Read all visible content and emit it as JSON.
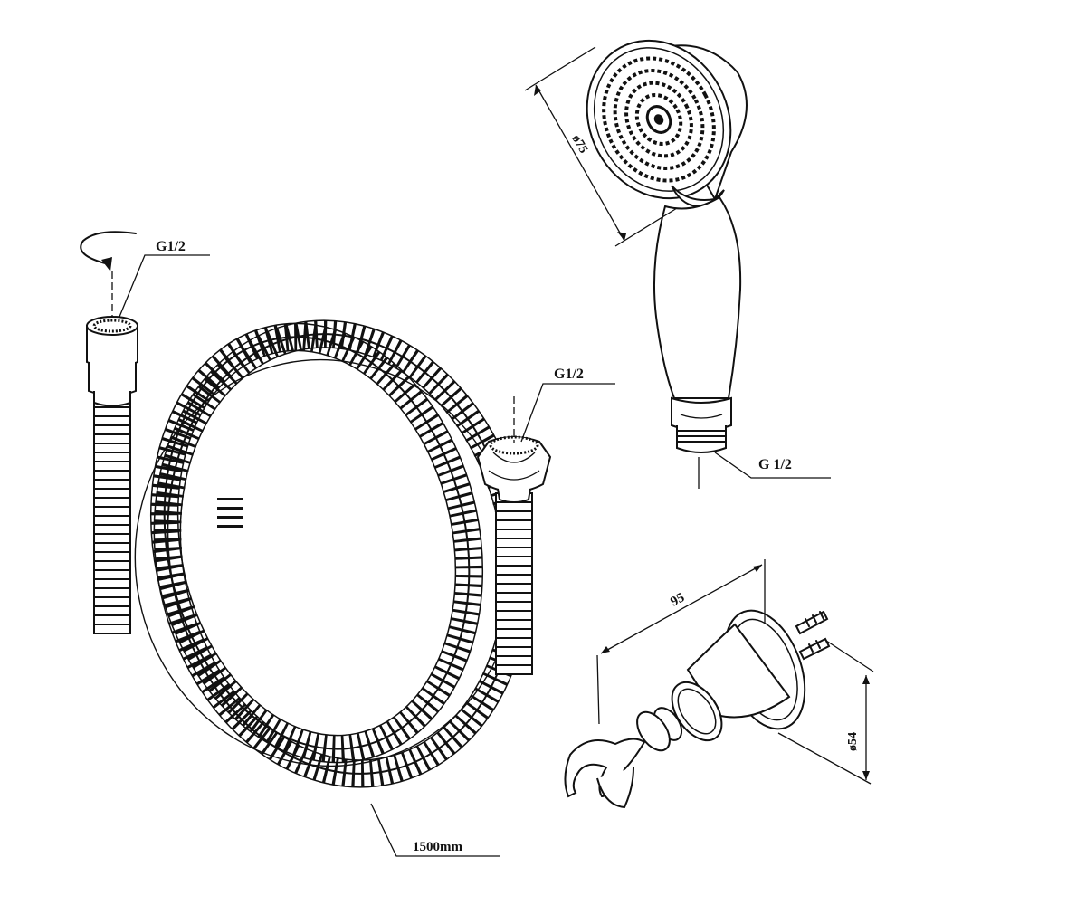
{
  "labels": {
    "hose_nut_thread": "G1/2",
    "hose_cone_thread": "G1/2",
    "handshower_thread": "G 1/2",
    "hose_length": "1500mm",
    "head_diameter": "ø75",
    "holder_length": "95",
    "holder_diameter": "ø54"
  },
  "colors": {
    "line": "#111111",
    "background": "#ffffff"
  },
  "icons": {
    "rotation_arrow": "rotate-arrow-icon"
  }
}
